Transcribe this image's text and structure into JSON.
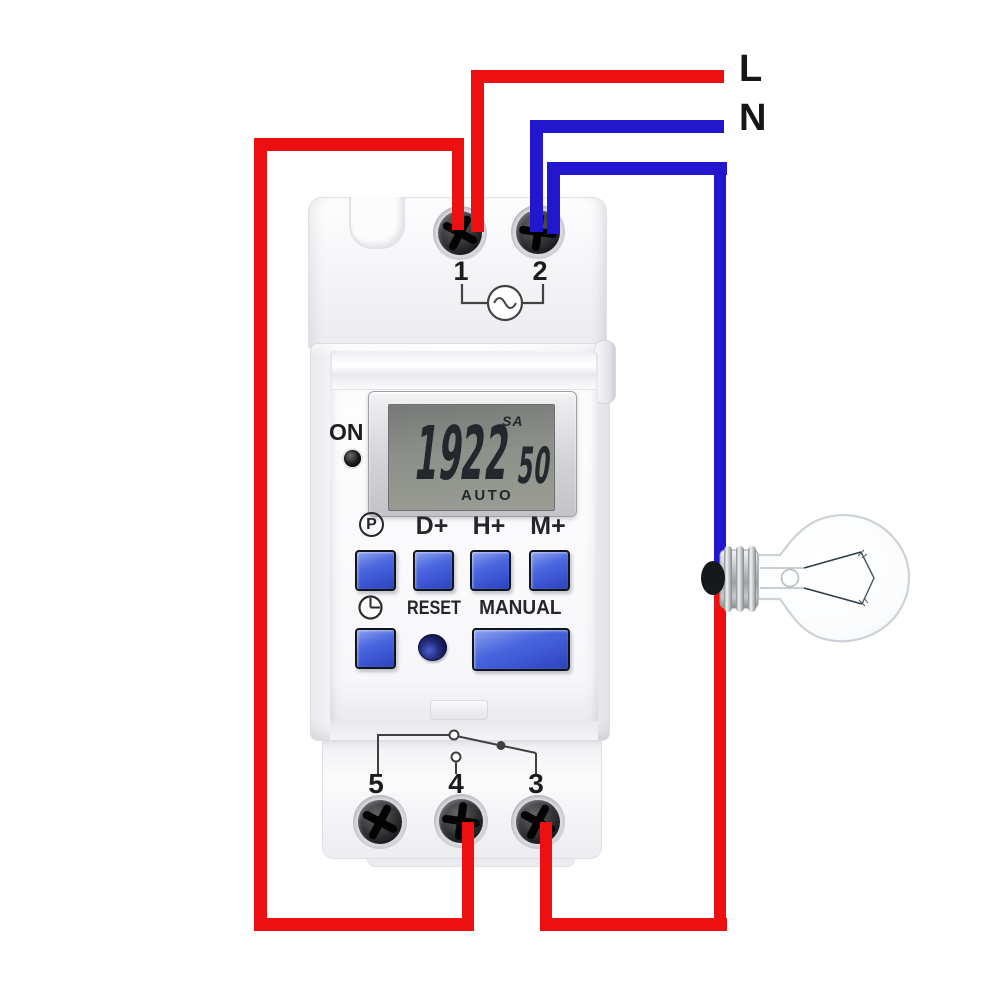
{
  "colors": {
    "live_wire": "#ee1010",
    "neutral_wire": "#2217cc",
    "key_blue": "#4a67de",
    "reset_navy": "#232c7a",
    "led_dark": "#1b1b1d"
  },
  "supply": {
    "live_label": "L",
    "neutral_label": "N"
  },
  "timer": {
    "power_indicator_label": "ON",
    "display": {
      "day_abbrev": "SA",
      "hours": "19",
      "minutes": "22",
      "seconds": "50",
      "mode": "AUTO"
    },
    "terminals_top": [
      "1",
      "2"
    ],
    "terminals_bottom": [
      "5",
      "4",
      "3"
    ],
    "buttons": {
      "program": "P",
      "day_plus": "D+",
      "hour_plus": "H+",
      "minute_plus": "M+",
      "reset": "RESET",
      "manual": "MANUAL"
    },
    "icons": {
      "power_source": "ac-sine-icon",
      "timer_function": "clock-icon",
      "load": "light-bulb"
    }
  }
}
